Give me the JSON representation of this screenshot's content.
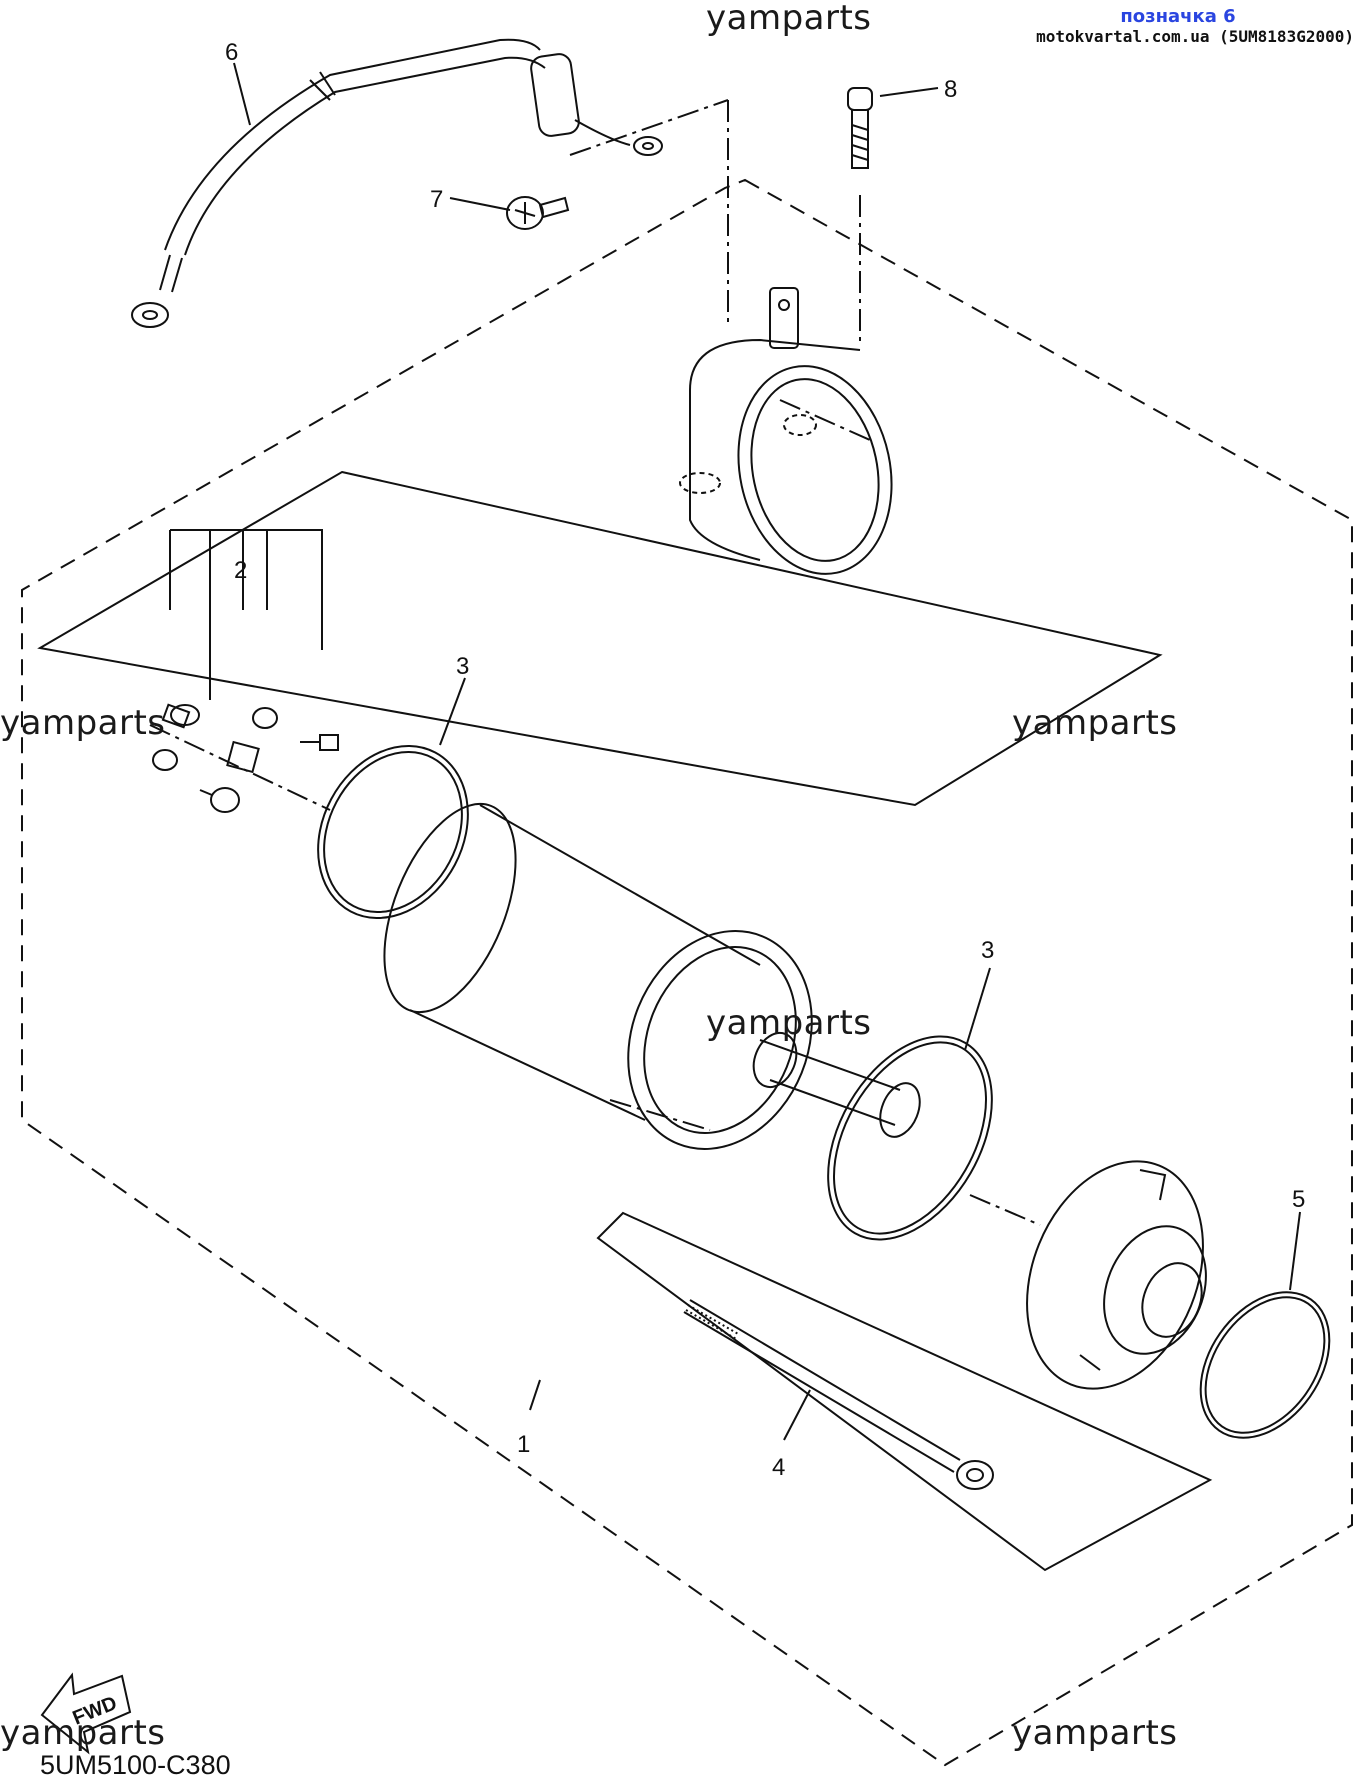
{
  "header": {
    "title": "позначка 6",
    "source": "motokvartal.com.ua (5UM8183G2000)"
  },
  "watermark": "yamparts",
  "catalog_code": "5UM5100-C380",
  "fwd_label": "FWD",
  "callouts": [
    {
      "number": "1"
    },
    {
      "number": "2"
    },
    {
      "number": "3"
    },
    {
      "number": "3"
    },
    {
      "number": "4"
    },
    {
      "number": "5"
    },
    {
      "number": "6"
    },
    {
      "number": "7"
    },
    {
      "number": "8"
    }
  ]
}
